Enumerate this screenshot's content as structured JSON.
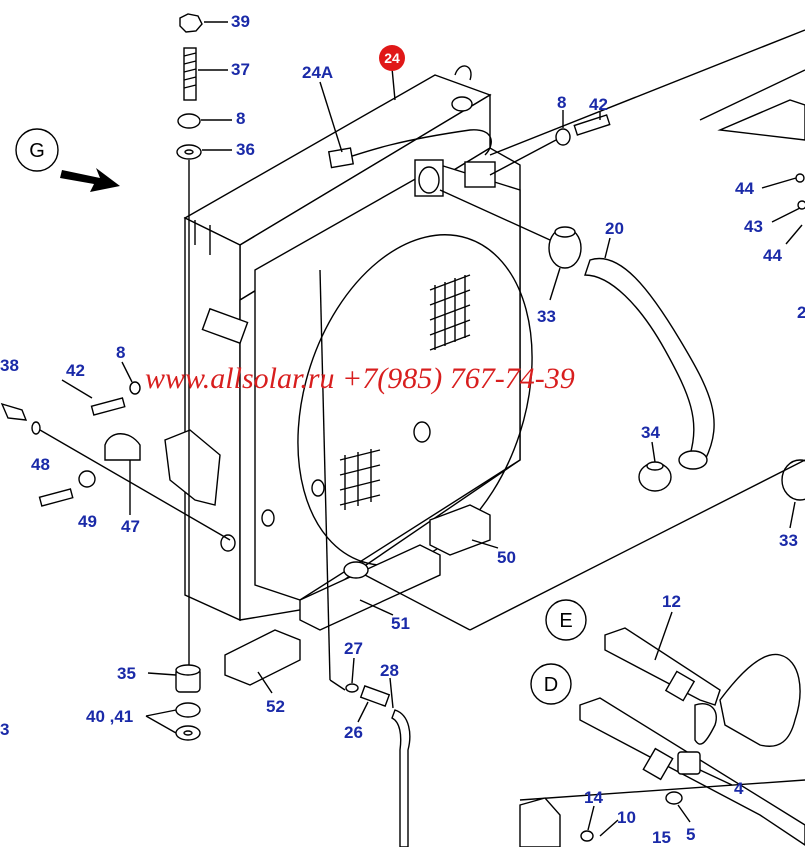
{
  "diagram": {
    "callouts": {
      "n39": "39",
      "n37": "37",
      "n8a": "8",
      "n36": "36",
      "n24a": "24A",
      "n24": "24",
      "n8b": "8",
      "n42a": "42",
      "n20": "20",
      "n33a": "33",
      "n44a": "44",
      "n43": "43",
      "n44b": "44",
      "n38": "38",
      "n42b": "42",
      "n8c": "8",
      "n48": "48",
      "n49": "49",
      "n47": "47",
      "n34": "34",
      "n33b": "33",
      "n50": "50",
      "n51": "51",
      "n52": "52",
      "n35": "35",
      "n4041": "40 ,41",
      "n27": "27",
      "n28": "28",
      "n26": "26",
      "n12": "12",
      "n4": "4",
      "n14": "14",
      "n10": "10",
      "n15": "15",
      "n5": "5",
      "nEdgeR": "2",
      "nEdgeL": "3"
    },
    "view_markers": {
      "g": "G",
      "e": "E",
      "d": "D"
    },
    "watermark": "www.allsolar.ru +7(985) 767-74-39",
    "colors": {
      "callout": "#1a2aa8",
      "watermark": "#d81e1e",
      "badge": "#e01818"
    }
  }
}
